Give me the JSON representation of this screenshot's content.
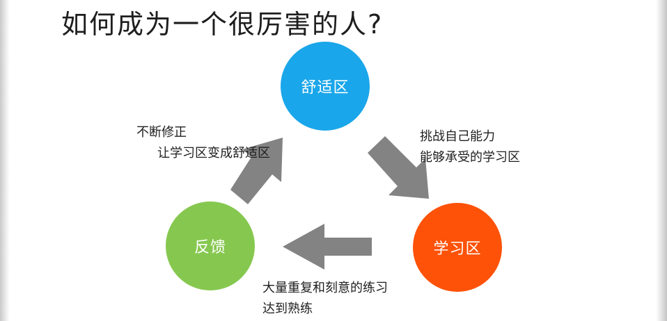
{
  "title": "如何成为一个很厉害的人?",
  "nodes": {
    "comfort": {
      "label": "舒适区",
      "color": "#1aa6ea"
    },
    "learning": {
      "label": "学习区",
      "color": "#fd5208"
    },
    "feedback": {
      "label": "反馈",
      "color": "#86c84f"
    }
  },
  "notes": {
    "left": [
      "不断修正",
      "让学习区变成舒适区"
    ],
    "right": [
      "挑战自己能力",
      "能够承受的学习区"
    ],
    "bottom": [
      "大量重复和刻意的练习",
      "达到熟练"
    ]
  },
  "arrow_color": "#838383"
}
